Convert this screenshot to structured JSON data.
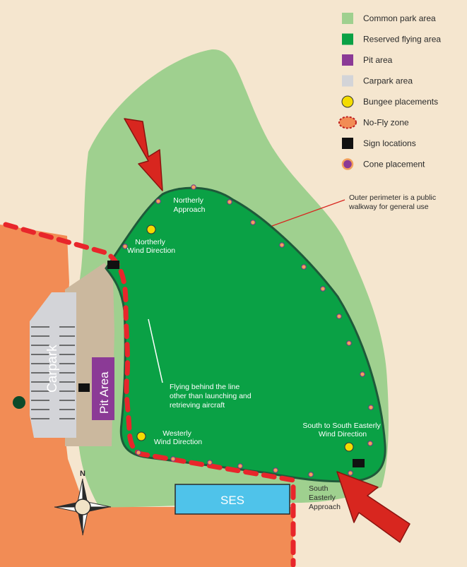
{
  "legend": {
    "items": [
      {
        "label": "Common park area",
        "swatch": "square",
        "color": "#9fd08f"
      },
      {
        "label": "Reserved flying area",
        "swatch": "square",
        "color": "#0aa145"
      },
      {
        "label": "Pit area",
        "swatch": "square",
        "color": "#8b3a96"
      },
      {
        "label": "Carpark area",
        "swatch": "square",
        "color": "#d3d4d8"
      },
      {
        "label": "Bungee placements",
        "swatch": "circle",
        "color": "#f4dc00"
      },
      {
        "label": "No-Fly zone",
        "swatch": "ellipse-dashed",
        "color": "#f28c55"
      },
      {
        "label": "Sign locations",
        "swatch": "square",
        "color": "#111111"
      },
      {
        "label": "Cone placement",
        "swatch": "circle-ring",
        "color": "#8b3a96"
      }
    ]
  },
  "labels": {
    "northerly_approach": [
      "Northerly",
      "Approach"
    ],
    "northerly_wind": [
      "Northerly",
      "Wind Direction"
    ],
    "westerly_wind": [
      "Westerly",
      "Wind Direction"
    ],
    "sse_wind": [
      "South to South Easterly",
      "Wind Direction"
    ],
    "se_approach": [
      "South",
      "Easterly",
      "Approach"
    ],
    "outer_perimeter": [
      "Outer perimeter is a public",
      "walkway for general use"
    ],
    "flying_behind": [
      "Flying behind the line",
      "other than launching and",
      "retrieving aircraft"
    ],
    "carpark": "Carpark",
    "pit_area": "Pit Area",
    "ses": "SES",
    "compass_north": "N"
  },
  "colors": {
    "background": "#f5e6cf",
    "common_park": "#9fd08f",
    "flying_area": "#0aa145",
    "flying_edge": "#1f5a3a",
    "nofly": "#f28c55",
    "nofly_dash": "#e8262b",
    "pit": "#8b3a96",
    "carpark": "#d3d4d8",
    "pit_surround": "#cbb89e",
    "ses": "#4fc3ea",
    "arrow": "#d8261f",
    "bungee": "#f4dc00",
    "sign": "#111111",
    "cone": "#f3a05b"
  }
}
